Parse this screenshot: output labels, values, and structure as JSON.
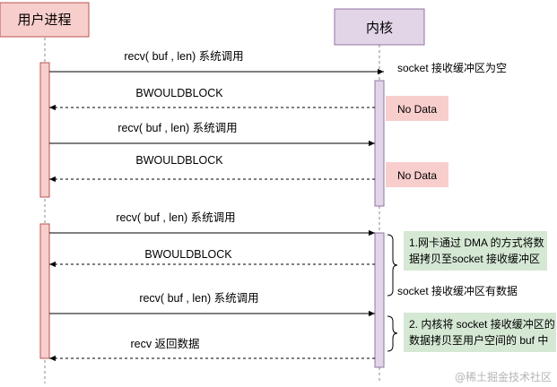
{
  "participants": {
    "user": "用户进程",
    "kernel": "内核"
  },
  "kernel_note": "socket 接收缓冲区为空",
  "messages": [
    {
      "label": "recv( buf , len) 系统调用",
      "dir": "call"
    },
    {
      "label": "BWOULDBLOCK",
      "dir": "return"
    },
    {
      "label": "recv( buf , len) 系统调用",
      "dir": "call"
    },
    {
      "label": "BWOULDBLOCK",
      "dir": "return"
    },
    {
      "label": "recv( buf , len) 系统调用",
      "dir": "call"
    },
    {
      "label": "BWOULDBLOCK",
      "dir": "return"
    },
    {
      "label": "recv( buf , len) 系统调用",
      "dir": "call"
    },
    {
      "label": "recv 返回数据",
      "dir": "return"
    }
  ],
  "no_data_label": "No Data",
  "notes": {
    "dma_line1": "1.网卡通过 DMA 的方式将数",
    "dma_line2": "据拷贝至socket 接收缓冲区",
    "has_data": "socket 接收缓冲区有数据",
    "copy_line1": "2. 内核将 socket 接收缓冲区的",
    "copy_line2": "数据拷贝至用户空间的 buf 中"
  },
  "watermark": "@稀土掘金技术社区",
  "colors": {
    "user_box_fill": "#f8cecc",
    "user_box_stroke": "#b85450",
    "kernel_box_fill": "#e1d5e7",
    "kernel_box_stroke": "#9673a6",
    "nodata_fill": "#f8cecc",
    "note_fill": "#d5e8d4"
  }
}
